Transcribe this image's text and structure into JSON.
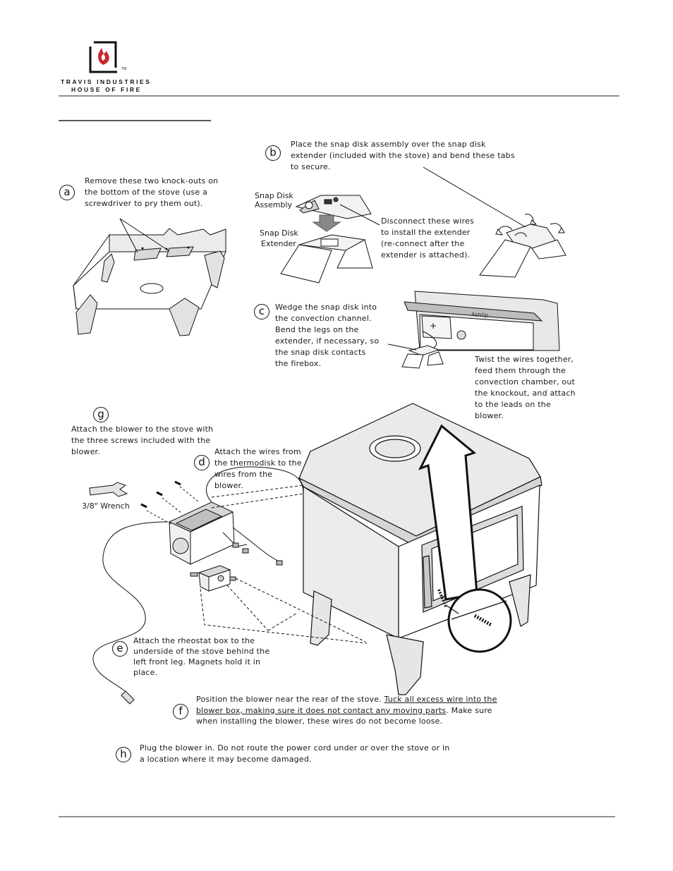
{
  "header": {
    "brand_line1": "TRAVIS INDUSTRIES",
    "brand_line2": "HOUSE OF FIRE",
    "tm": "TM"
  },
  "steps": {
    "a": {
      "letter": "a",
      "text": "Remove these two knock-outs on the bottom of the stove (use a screwdriver to pry them out)."
    },
    "b": {
      "letter": "b",
      "text": "Place the snap disk assembly over the snap disk extender (included with the stove) and bend these tabs to secure.",
      "label_assembly_1": "Snap Disk",
      "label_assembly_2": "Assembly",
      "label_extender_1": "Snap Disk",
      "label_extender_2": "Extender",
      "disconnect_text": "Disconnect these wires to install the extender (re-connect after the extender is attached)."
    },
    "c": {
      "letter": "c",
      "text": "Wedge the snap disk into the convection channel. Bend the legs on the extender, if necessary, so the snap disk contacts the firebox.",
      "ashlip_label": "Ashlip",
      "twist_text": "Twist the wires together, feed them through the convection chamber,  out the knockout, and attach to the leads on the blower."
    },
    "g": {
      "letter": "g",
      "text": "Attach the blower to the stove with the three screws included with the blower.",
      "wrench_label": "3/8\" Wrench"
    },
    "d": {
      "letter": "d",
      "text": "Attach the wires from the thermodisk to the wires from the blower."
    },
    "e": {
      "letter": "e",
      "text": "Attach the rheostat box to the underside of the stove behind the left front leg. Magnets hold it in place."
    },
    "f": {
      "letter": "f",
      "text_start": "Position the blower near the rear of the stove.  ",
      "text_underlined": "Tuck all excess wire into the blower box, making sure it does not contact any moving parts",
      "text_end": ".  Make sure when installing the blower, these wires do not become loose."
    },
    "h": {
      "letter": "h",
      "text": "Plug the blower in.  Do not route the power cord under or over the stove or in a location where it may become damaged."
    }
  }
}
